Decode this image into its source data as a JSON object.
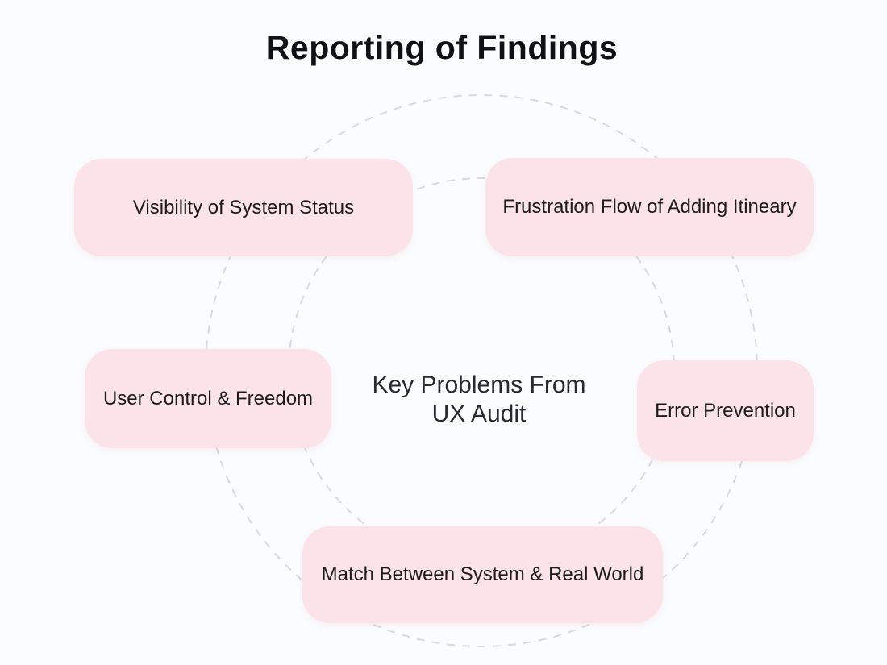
{
  "title": "Reporting of Findings",
  "center_label": {
    "line1": "Key Problems From",
    "line2": "UX Audit"
  },
  "nodes": [
    {
      "id": "visibility-of-system-status",
      "label": "Visibility of System Status"
    },
    {
      "id": "frustration-flow-adding-itineary",
      "label": "Frustration Flow of Adding Itineary"
    },
    {
      "id": "user-control-freedom",
      "label": "User Control & Freedom"
    },
    {
      "id": "error-prevention",
      "label": "Error Prevention"
    },
    {
      "id": "match-system-real-world",
      "label": "Match Between System & Real World"
    }
  ],
  "colors": {
    "background": "#fbfcfd",
    "node_fill": "#fce3e9",
    "dash_stroke": "#d8dadd",
    "text": "#1b1b1b",
    "title_text": "#111111"
  }
}
